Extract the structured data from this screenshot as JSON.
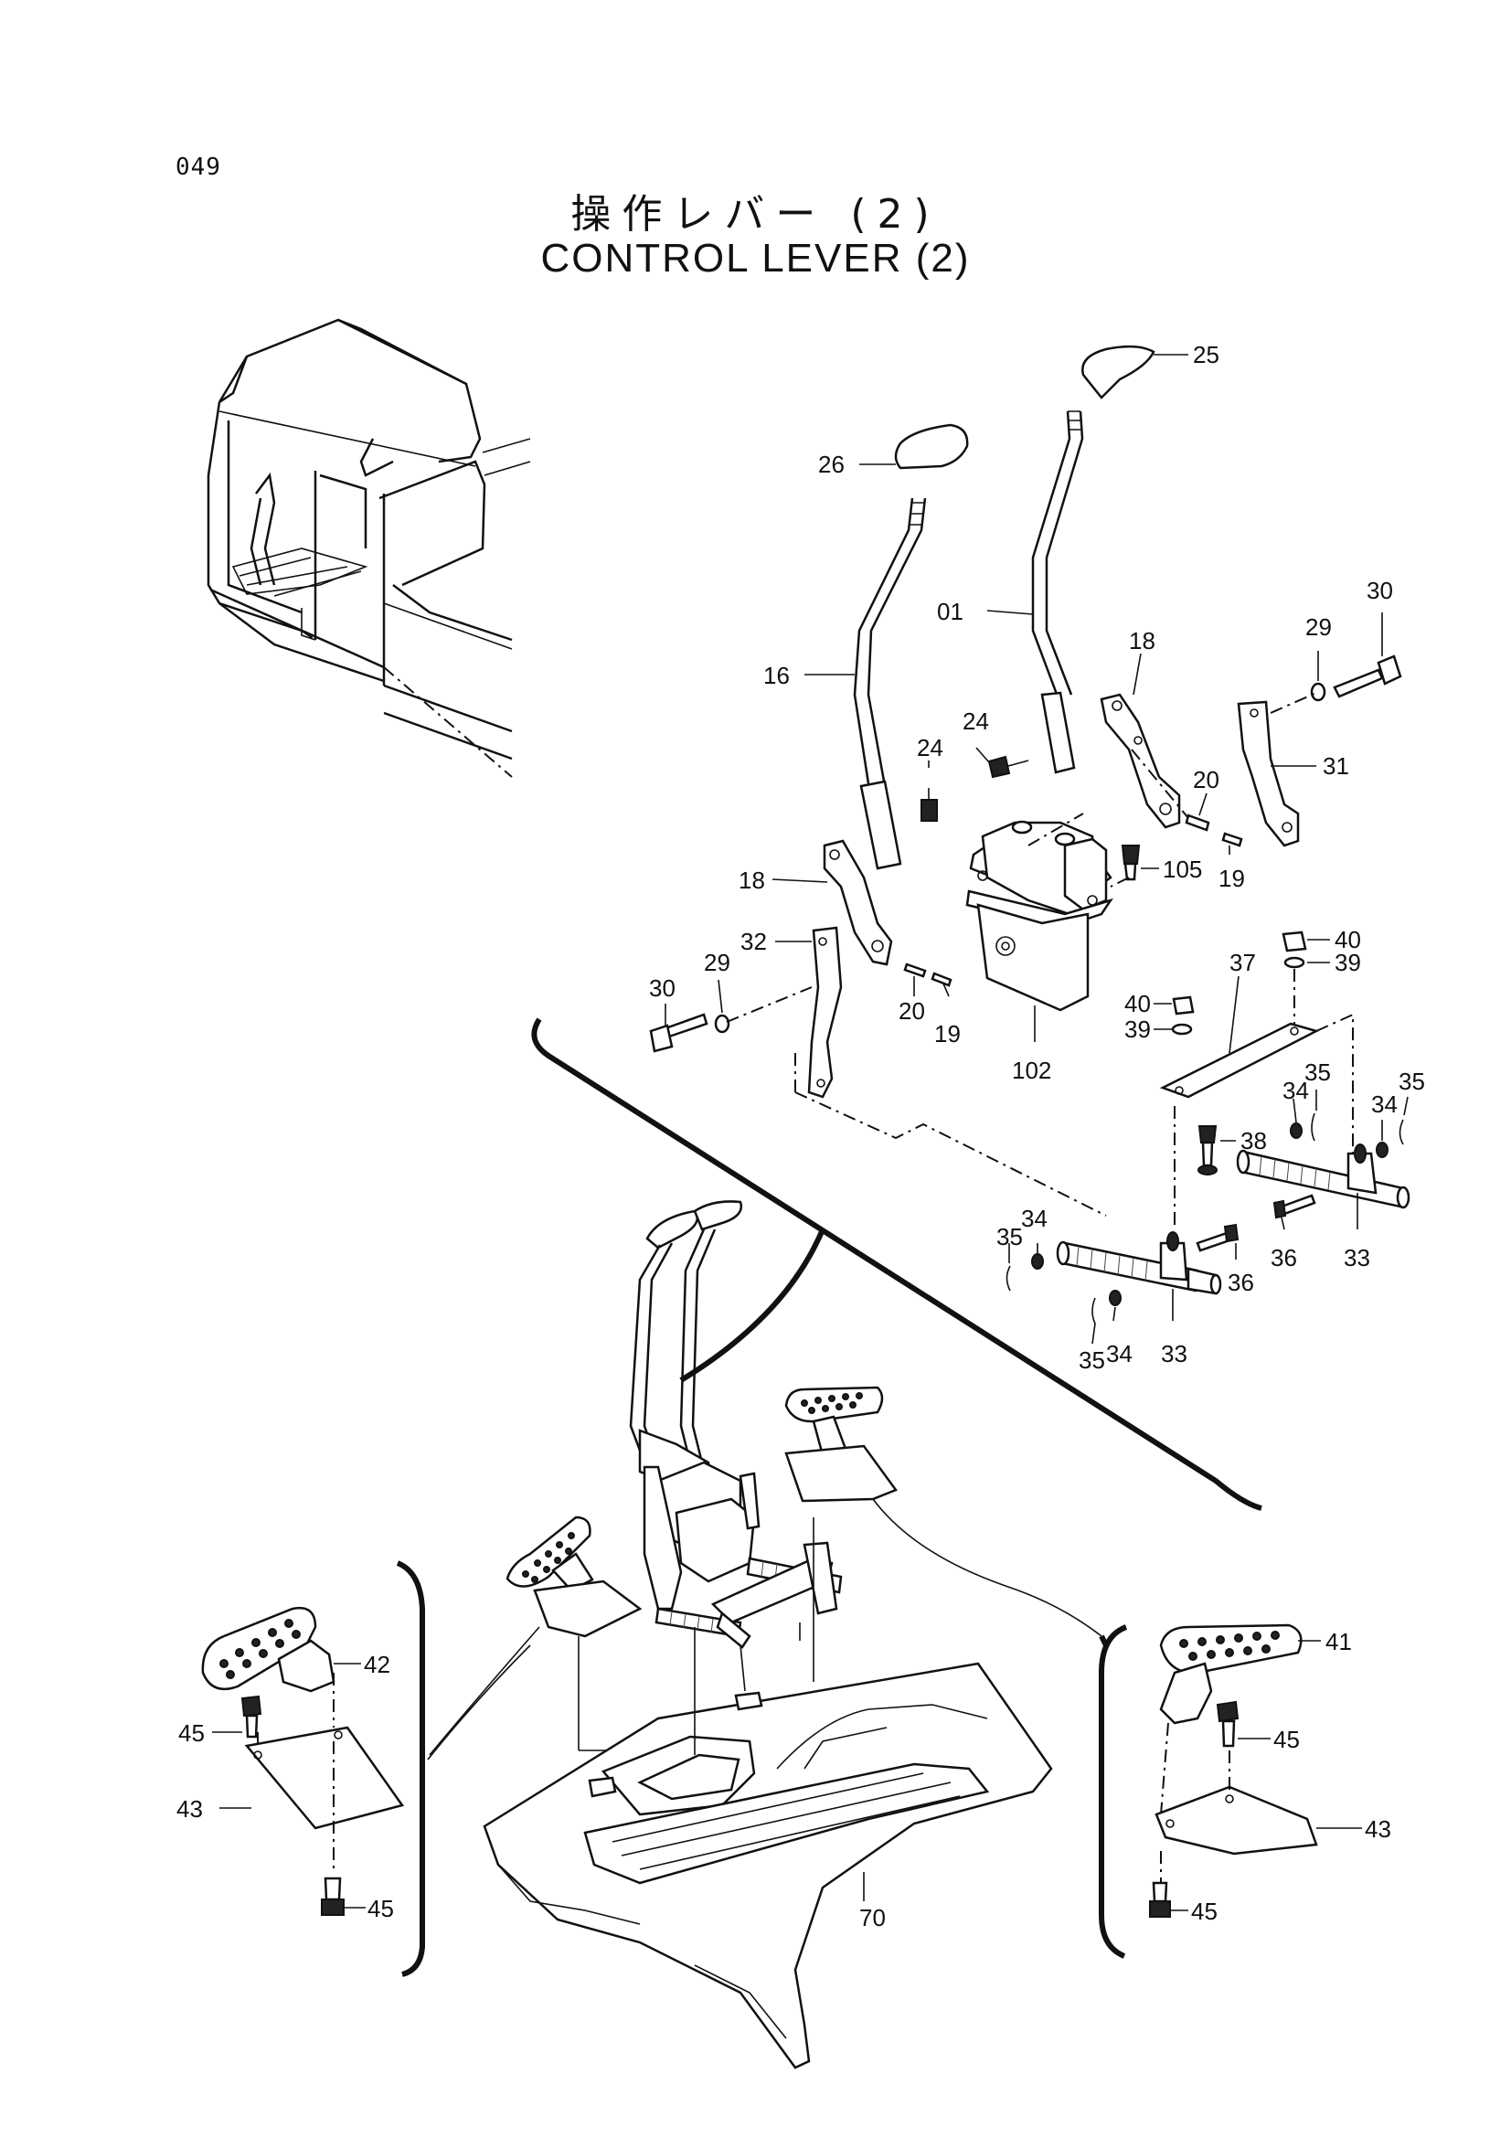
{
  "page_number": "049",
  "title_jp": "操作レバー (2)",
  "title_en": "CONTROL LEVER (2)",
  "callouts": {
    "c25": "25",
    "c26": "26",
    "c01": "01",
    "c16": "16",
    "c24a": "24",
    "c24b": "24",
    "c18a": "18",
    "c18b": "18",
    "c30a": "30",
    "c30b": "30",
    "c29a": "29",
    "c29b": "29",
    "c31": "31",
    "c32": "32",
    "c20a": "20",
    "c20b": "20",
    "c19a": "19",
    "c19b": "19",
    "c105": "105",
    "c102": "102",
    "c40a": "40",
    "c40b": "40",
    "c39a": "39",
    "c39b": "39",
    "c37": "37",
    "c38": "38",
    "c35a": "35",
    "c35b": "35",
    "c35c": "35",
    "c35d": "35",
    "c34a": "34",
    "c34b": "34",
    "c34c": "34",
    "c34d": "34",
    "c36a": "36",
    "c36b": "36",
    "c33a": "33",
    "c33b": "33",
    "c42": "42",
    "c41": "41",
    "c45a": "45",
    "c45b": "45",
    "c45c": "45",
    "c45d": "45",
    "c43a": "43",
    "c43b": "43",
    "c70": "70"
  }
}
